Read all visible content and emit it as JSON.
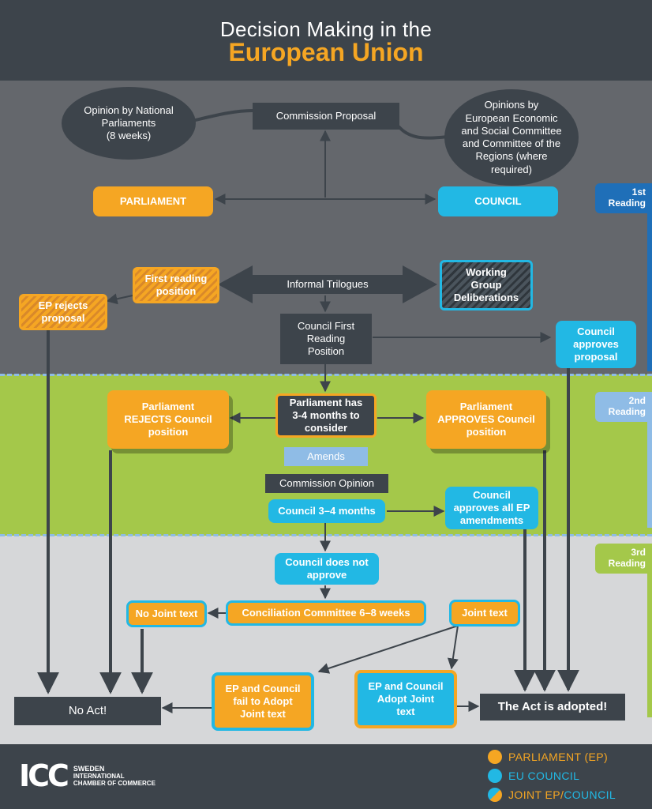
{
  "header": {
    "title_line1": "Decision Making in the",
    "title_line2": "European Union"
  },
  "colors": {
    "parliament": "#f5a623",
    "council": "#22b8e4",
    "dark": "#3d444b",
    "first_reading_band": "#64676c",
    "second_reading_band": "#a4c84a",
    "third_reading_band": "#d6d7d9",
    "amends": "#8fbce6"
  },
  "readings": {
    "first": "1st\nReading",
    "second": "2nd\nReading",
    "third": "3rd\nReading"
  },
  "stage1": {
    "national_parliaments": "Opinion by National\nParliaments\n(8 weeks)",
    "commission_proposal": "Commission Proposal",
    "committees": "Opinions by\nEuropean Economic\nand Social Committee\nand Committee of the\nRegions (where\nrequired)",
    "parliament": "PARLIAMENT",
    "council": "COUNCIL",
    "first_reading_position": "First reading\nposition",
    "informal_trilogues": "Informal Trilogues",
    "working_group": "Working\nGroup\nDeliberations",
    "ep_rejects": "EP rejects\nproposal",
    "council_first_reading": "Council First\nReading\nPosition",
    "council_approves": "Council\napproves\nproposal"
  },
  "stage2": {
    "parliament_rejects": "Parliament\nREJECTS Council\nposition",
    "parliament_months": "Parliament has\n3-4 months to\nconsider",
    "parliament_approves": "Parliament\nAPPROVES Council\nposition",
    "amends": "Amends",
    "commission_opinion": "Commission Opinion",
    "council_months": "Council 3–4 months",
    "council_approves_all": "Council\napproves all EP\namendments"
  },
  "stage3": {
    "council_not_approve": "Council does not\napprove",
    "no_joint_text": "No Joint text",
    "conciliation": "Conciliation Committee 6–8 weeks",
    "joint_text": "Joint text",
    "fail_adopt": "EP and Council\nfail to Adopt\nJoint text",
    "adopt_joint": "EP and Council\nAdopt Joint\ntext",
    "no_act": "No Act!",
    "act_adopted": "The Act is adopted!"
  },
  "legend": {
    "parliament": "PARLIAMENT (EP)",
    "council": "EU COUNCIL",
    "joint_prefix": "JOINT EP/",
    "joint_suffix": "COUNCIL"
  },
  "logo": {
    "mark": "ICC",
    "line1": "SWEDEN",
    "line2": "INTERNATIONAL",
    "line3": "CHAMBER OF COMMERCE"
  }
}
